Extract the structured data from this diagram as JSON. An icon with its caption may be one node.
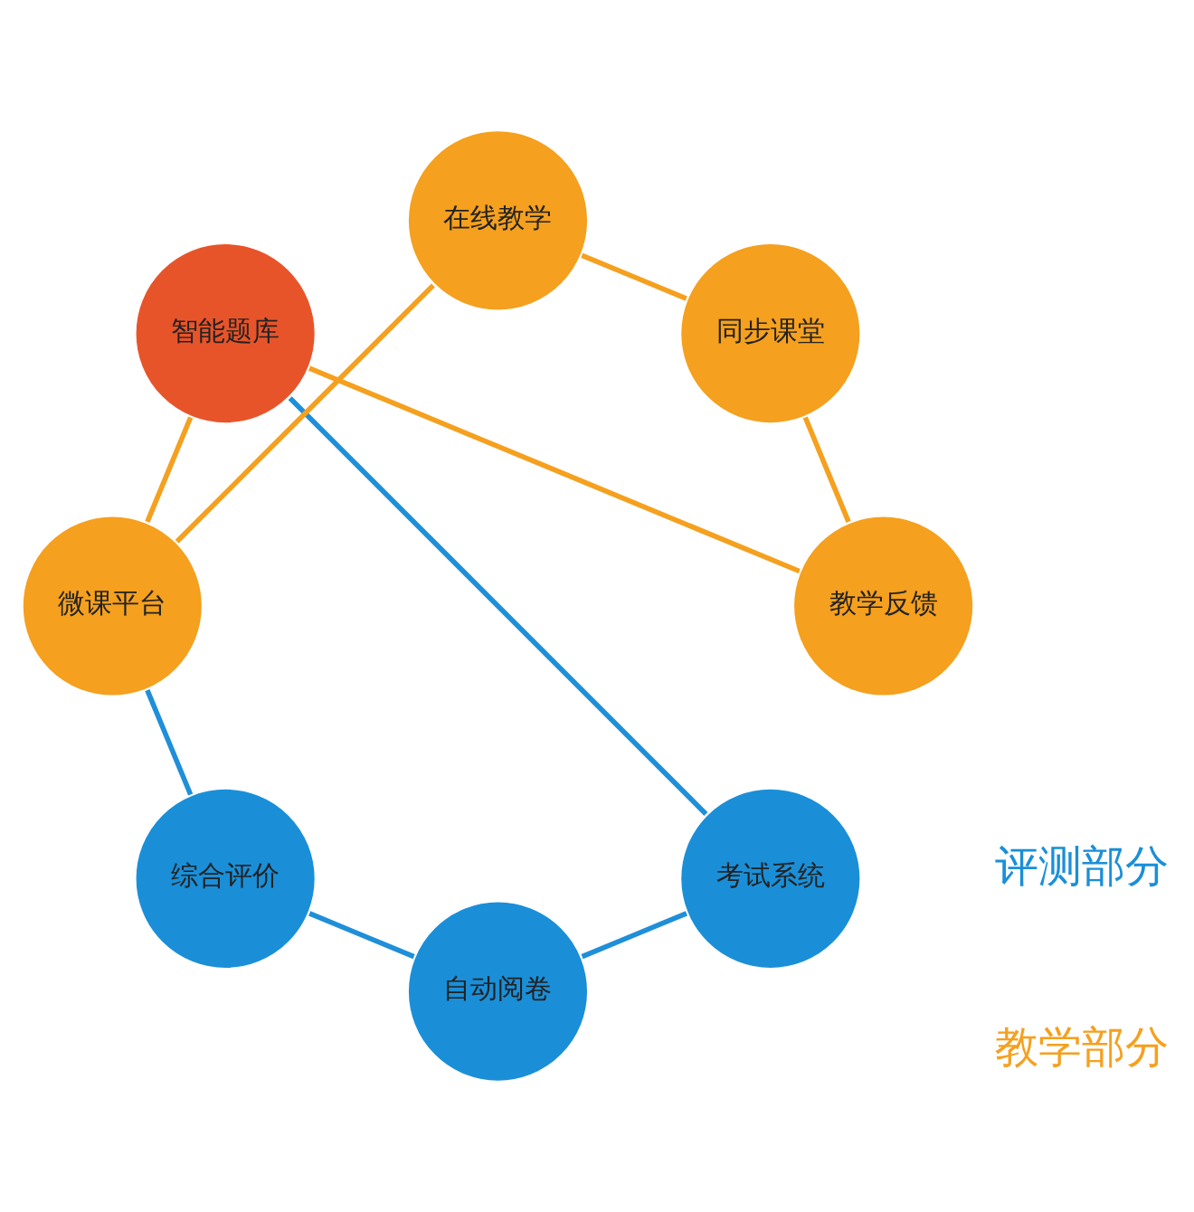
{
  "diagram": {
    "nodes": [
      {
        "text": [
          "智能题库"
        ]
      },
      {
        "text": [
          "考试系统"
        ]
      },
      {
        "text": [
          "自动阅卷"
        ]
      },
      {
        "text": [
          "综合评价"
        ]
      },
      {
        "text": [
          "微课平台"
        ]
      },
      {
        "text": [
          "在线教学"
        ]
      },
      {
        "text": [
          "同步课堂"
        ]
      },
      {
        "text": [
          "教学反馈"
        ]
      }
    ],
    "edges": [
      {
        "from": 0,
        "to": 1,
        "arrow": "none",
        "color": "#1e8fd8"
      },
      {
        "from": 1,
        "to": 2,
        "arrow": "none",
        "color": "#1e8fd8"
      },
      {
        "from": 2,
        "to": 3,
        "arrow": "none",
        "color": "#1e8fd8"
      },
      {
        "from": 3,
        "to": 4,
        "arrow": "none",
        "color": "#1e8fd8"
      },
      {
        "from": 4,
        "to": 5,
        "arrow": "none"
      },
      {
        "from": 5,
        "to": 6,
        "arrow": "none"
      },
      {
        "from": 6,
        "to": 7,
        "arrow": "none"
      },
      {
        "from": 7,
        "to": 0,
        "arrow": "none"
      },
      {
        "from": 0,
        "to": 4,
        "arrow": "none"
      }
    ],
    "labels": [
      "教学部分",
      "评测部分"
    ]
  }
}
